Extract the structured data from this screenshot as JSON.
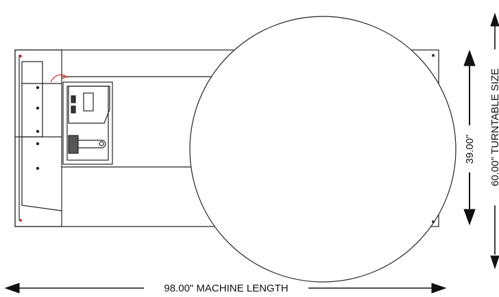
{
  "diagram": {
    "title": "",
    "dimensions": {
      "machine_length": {
        "value": "98.00\"",
        "label": "MACHINE LENGTH",
        "text": "98.00\" MACHINE LENGTH"
      },
      "machine_width": {
        "text": "39.00\""
      },
      "turntable_size": {
        "text": "60.00\" TURNTABLE SIZE"
      }
    },
    "parts": [
      "base-frame",
      "turntable",
      "control-station",
      "mounting-holes"
    ],
    "colors": {
      "line": "#111111",
      "accent": "#c0392b",
      "background": "#ffffff"
    }
  }
}
